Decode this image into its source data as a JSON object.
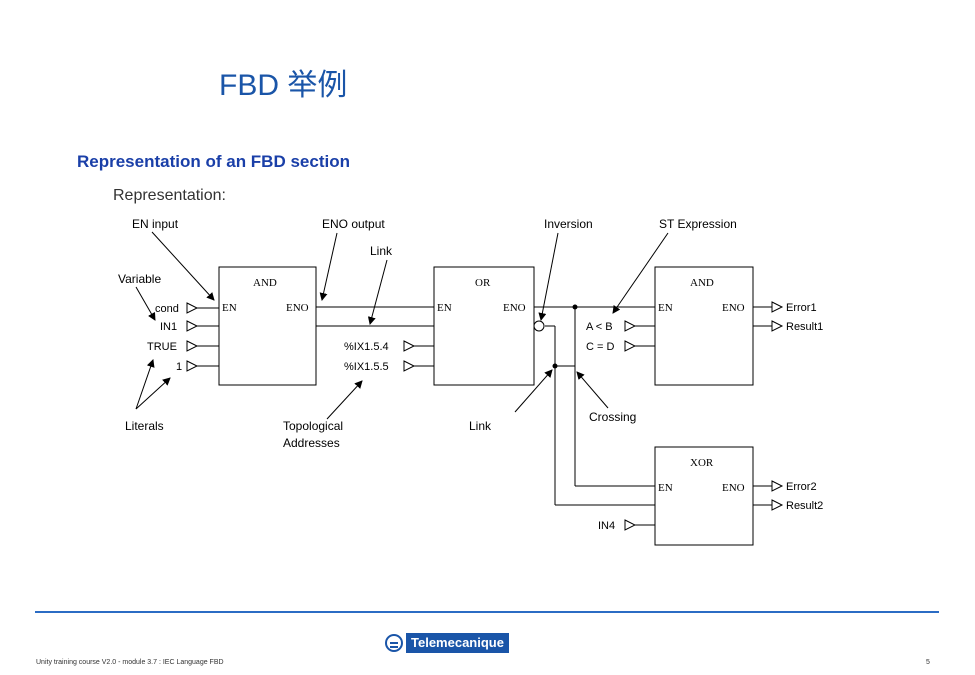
{
  "slide": {
    "title": "FBD 举例",
    "subtitle": "Representation of an FBD section",
    "footer": "Unity training course V2.0 - module 3.7 : IEC Language FBD",
    "page_number": "5",
    "logo": "Telemecanique"
  },
  "diagram": {
    "heading": "Representation:",
    "callouts": {
      "en_input": "EN input",
      "eno_output": "ENO output",
      "link_top": "Link",
      "inversion": "Inversion",
      "st_expression": "ST Expression",
      "variable": "Variable",
      "literals": "Literals",
      "topological": "Topological",
      "addresses": "Addresses",
      "link_bottom": "Link",
      "crossing": "Crossing"
    },
    "blocks": {
      "and1": {
        "name": "AND",
        "en": "EN",
        "eno": "ENO"
      },
      "or1": {
        "name": "OR",
        "en": "EN",
        "eno": "ENO"
      },
      "and2": {
        "name": "AND",
        "en": "EN",
        "eno": "ENO"
      },
      "xor1": {
        "name": "XOR",
        "en": "EN",
        "eno": "ENO"
      }
    },
    "inputs": {
      "cond": "cond",
      "in1": "IN1",
      "true": "TRUE",
      "one": "1",
      "ix154": "%IX1.5.4",
      "ix155": "%IX1.5.5",
      "altb": "A < B",
      "ceqd": "C = D",
      "in4": "IN4"
    },
    "outputs": {
      "error1": "Error1",
      "result1": "Result1",
      "error2": "Error2",
      "result2": "Result2"
    }
  }
}
